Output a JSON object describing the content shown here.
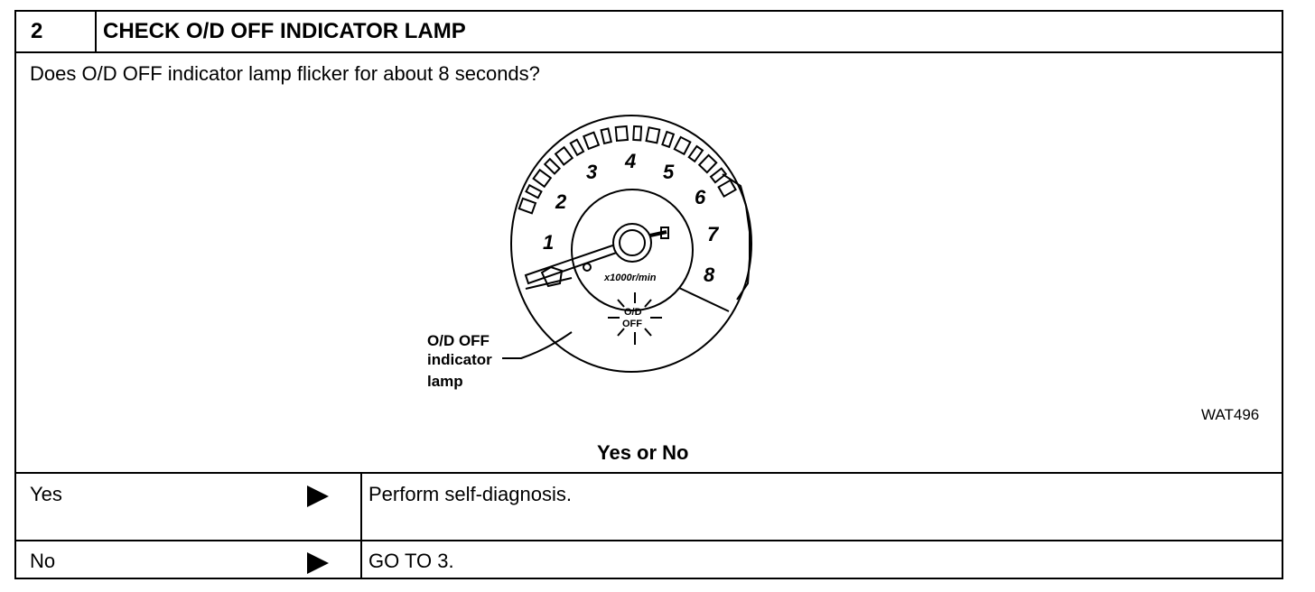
{
  "step": {
    "number": "2",
    "title": "CHECK O/D OFF INDICATOR LAMP"
  },
  "question": "Does O/D OFF indicator lamp flicker for about 8 seconds?",
  "figure": {
    "scale_labels": [
      "1",
      "2",
      "3",
      "4",
      "5",
      "6",
      "7",
      "8"
    ],
    "unit_label": "x1000r/min",
    "lamp_text_line1": "O/D",
    "lamp_text_line2": "OFF",
    "callout_line1": "O/D OFF",
    "callout_line2": "indicator",
    "callout_line3": "lamp",
    "figure_code": "WAT496"
  },
  "prompt": "Yes or No",
  "results": [
    {
      "answer": "Yes",
      "action": "Perform self-diagnosis."
    },
    {
      "answer": "No",
      "action": "GO TO 3."
    }
  ]
}
